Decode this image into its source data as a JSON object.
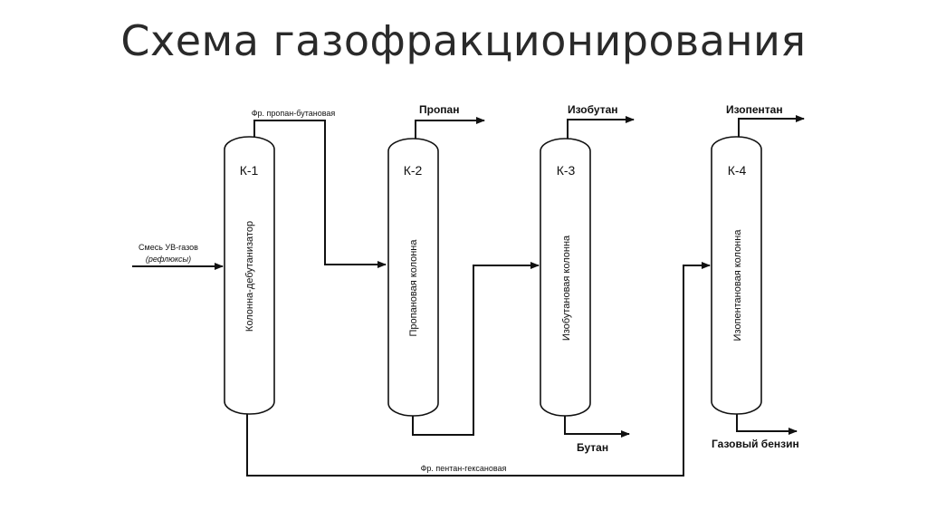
{
  "title": "Схема газофракционирования",
  "diagram": {
    "columns": [
      {
        "id": "K-1",
        "label": "К-1",
        "name": "Колонна-дебутанизатор"
      },
      {
        "id": "K-2",
        "label": "К-2",
        "name": "Пропановая колонна"
      },
      {
        "id": "K-3",
        "label": "К-3",
        "name": "Изобутановая колонна"
      },
      {
        "id": "K-4",
        "label": "К-4",
        "name": "Изопентановая колонна"
      }
    ],
    "streams": {
      "feed_line1": "Смесь УВ-газов",
      "feed_line2": "(рефлюксы)",
      "top_k1": "Фр. пропан-бутановая",
      "bottom_k1": "Фр. пентан-гексановая",
      "top_k2": "Пропан",
      "top_k3": "Изобутан",
      "bottom_k3": "Бутан",
      "top_k4": "Изопентан",
      "bottom_k4": "Газовый бензин"
    }
  }
}
